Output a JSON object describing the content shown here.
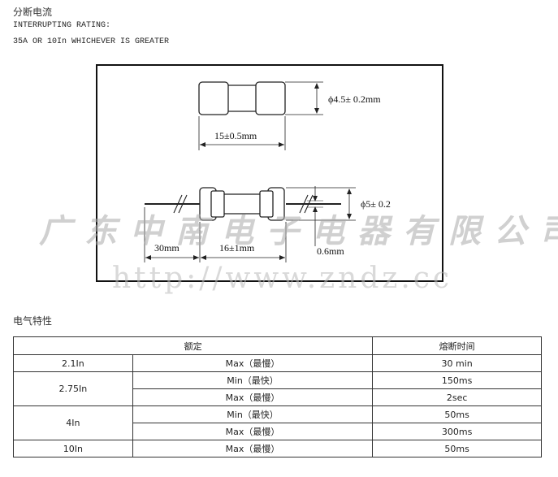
{
  "header": {
    "title": "分断电流",
    "interrupt_label": "INTERRUPTING RATING:",
    "interrupt_value": "35A OR 10In WHICHEVER IS GREATER"
  },
  "diagram": {
    "dim_diameter_top": "ϕ4.5± 0.2mm",
    "dim_length_top": "15±0.5mm",
    "dim_diameter_bottom": "ϕ5± 0.2",
    "dim_lead": "30mm",
    "dim_body": "16±1mm",
    "dim_wire": "0.6mm"
  },
  "watermark": {
    "company": "广东中南电子电器有限公司",
    "url": "http://www.zndz.cc"
  },
  "electrical": {
    "section_title": "电气特性",
    "headers": {
      "rated": "额定",
      "time": "熔断时间"
    },
    "rows": [
      {
        "current": "2.1In",
        "lines": [
          {
            "mode": "Max（最慢）",
            "time": "30 min"
          }
        ]
      },
      {
        "current": "2.75In",
        "lines": [
          {
            "mode": "Min（最快）",
            "time": "150ms"
          },
          {
            "mode": "Max（最慢）",
            "time": "2sec"
          }
        ]
      },
      {
        "current": "4In",
        "lines": [
          {
            "mode": "Min（最快）",
            "time": "50ms"
          },
          {
            "mode": "Max（最慢）",
            "time": "300ms"
          }
        ]
      },
      {
        "current": "10In",
        "lines": [
          {
            "mode": "Max（最慢）",
            "time": "50ms"
          }
        ]
      }
    ]
  }
}
